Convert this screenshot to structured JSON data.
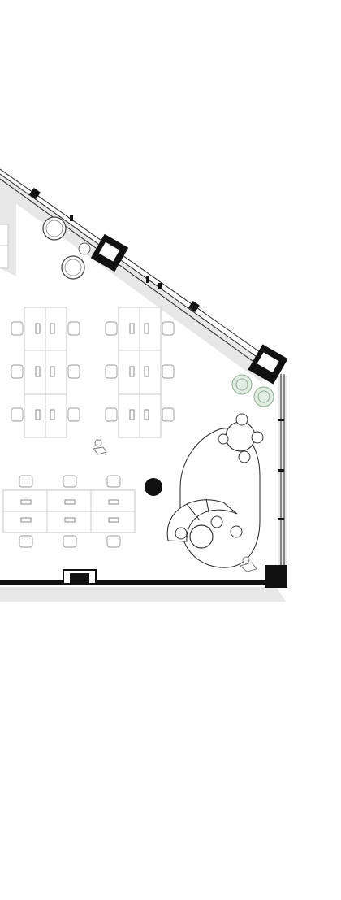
{
  "drawing": {
    "type": "office floor plan",
    "colors": {
      "background": "#ffffff",
      "wall": "#111111",
      "shadow": "#e7e7e7",
      "furniture_outline": "#c4c4c4",
      "plant": "#dfeee0"
    },
    "elements": {
      "desk_clusters": 3,
      "columns": 3,
      "round_pedestal": 1,
      "lounge_round_tables": 2,
      "planters": 2,
      "door": 1
    }
  }
}
